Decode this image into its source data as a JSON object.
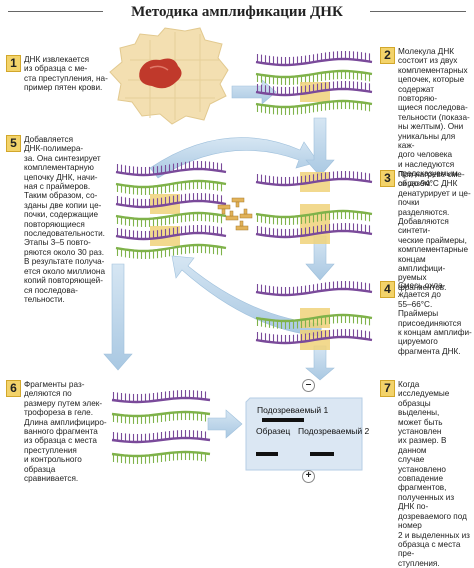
{
  "title": "Методика амплификации ДНК",
  "steps": [
    {
      "num": "1",
      "text": "ДНК извлекается\nиз образца с ме-\nста преступления, на-\nпример пятен крови."
    },
    {
      "num": "2",
      "text": "Молекула ДНК\nсостоит из двух\nкомплементарных\nцепочек, которые\nсодержат повторяю-\nщиеся последова-\nтельности (показа-\nны желтым). Они\nуникальны для каж-\nдого человека\nи наследуются\nпредсказуемым\nобразом."
    },
    {
      "num": "3",
      "text": "При нагреве сме-\nси до 94°С ДНК\nденатурирует и це-\nпочки разделяются.\nДобавляются синтети-\nческие праймеры,\nкомплементарные\nконцам амплифици-\nруемых фрагментов."
    },
    {
      "num": "4",
      "text": "Смесь охла-\nждается до\n55–66°С. Праймеры\nприсоединяются\nк концам амплифи-\nцируемого\nфрагмента ДНК."
    },
    {
      "num": "5",
      "text": "Добавляется\nДНК-полимера-\nза. Она синтезирует\nкомплементарную\nцепочку ДНК, начи-\nная с праймеров.\nТаким образом, со-\nзданы две копии це-\nпочки, содержащие\nповторяющиеся\nпоследовательности.\nЭтапы 3–5 повто-\nряются около 30 раз.\nВ результате получа-\nется около миллиона\nкопий повторяющей-\nся последова-\nтельности."
    },
    {
      "num": "6",
      "text": "Фрагменты раз-\nделяются по\nразмеру путем элек-\nтрофореза в геле.\nДлина амплифициро-\nванного фрагмента\nиз образца с места\nпреступления\nи контрольного образца\nсравнивается."
    },
    {
      "num": "7",
      "text": "Когда исследуемые\nобразцы выделены,\nможет быть установлен\nих размер. В данном\nслучае установлено\nсовпадение фрагментов,\nполученных из ДНК по-\nдозреваемого под номер\n2 и выделенных из\nобразца с места пре-\nступления."
    }
  ],
  "gel": {
    "suspect1": "Подозреваемый 1",
    "sample": "Образец",
    "suspect2": "Подозреваемый 2",
    "minus": "–",
    "plus": "+"
  },
  "colors": {
    "strand_green": "#7fb24a",
    "strand_purple": "#7a4a9a",
    "highlight_yellow": "#f0d27a",
    "arrow_blue": "#bfd7ea",
    "badge_yellow": "#f3d36a",
    "gel_blue": "#dbe7f3",
    "blood_red": "#c0392b"
  }
}
